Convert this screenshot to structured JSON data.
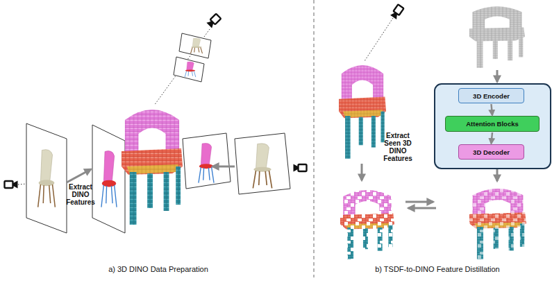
{
  "diagram": {
    "nodes": [
      {
        "text": [
          "3D Encoder"
        ]
      },
      {
        "text": [
          "Attention Blocks"
        ]
      },
      {
        "text": [
          "3D Decoder"
        ]
      }
    ],
    "edges": [
      {
        "from": 0,
        "to": 1,
        "arrow": "to"
      },
      {
        "from": 1,
        "to": 2,
        "arrow": "to"
      }
    ],
    "labels": [
      "Extract DINO Features",
      "Extract Seen 3D DINO Features",
      "a) 3D DINO Data Preparation",
      "b) TSDF-to-DINO Feature Distillation"
    ]
  }
}
